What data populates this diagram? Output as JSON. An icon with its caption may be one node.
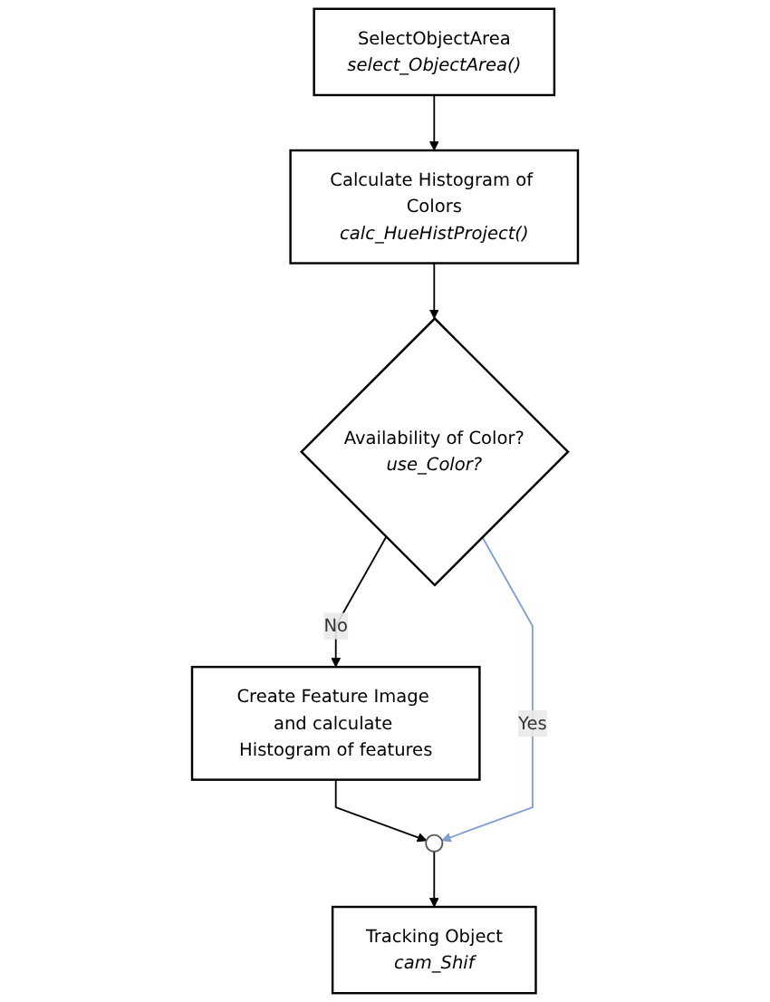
{
  "diagram": {
    "nodes": [
      {
        "text": [
          "SelectObjectArea",
          "select_ObjectArea()"
        ]
      },
      {
        "text": [
          "Calculate Histogram of Colors",
          "calc_HueHistProject()"
        ]
      },
      {
        "text": [
          "Availability of Color?",
          "use_Color?"
        ]
      },
      {
        "text": [
          "Create Feature Image and calculate Histogram of features"
        ]
      },
      {
        "text": [],
        "shape": "circle"
      },
      {
        "text": [
          "Tracking Object",
          "cam_Shif"
        ]
      }
    ],
    "edges": [
      {
        "from": 0,
        "to": 1,
        "arrow": "to"
      },
      {
        "from": 1,
        "to": 2,
        "arrow": "to"
      },
      {
        "from": 2,
        "to": 3,
        "arrow": "to",
        "label": "No"
      },
      {
        "from": 3,
        "to": 4,
        "arrow": "to"
      },
      {
        "from": 2,
        "to": 4,
        "arrow": "to",
        "label": "Yes",
        "color": "#7f9fd0"
      },
      {
        "from": 4,
        "to": 5,
        "arrow": "to"
      }
    ]
  }
}
